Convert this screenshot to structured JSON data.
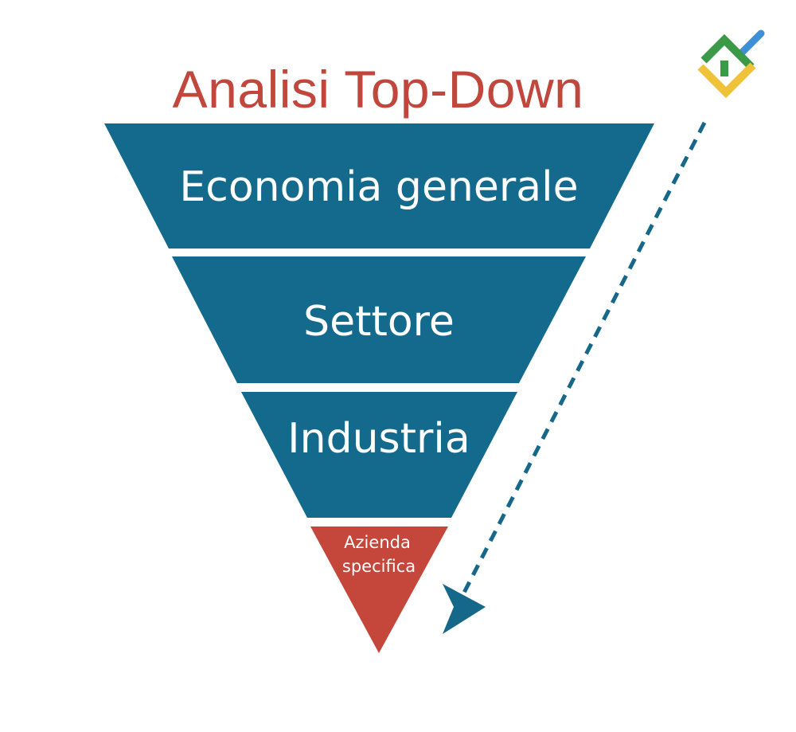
{
  "title": "Analisi Top-Down",
  "levels": [
    {
      "label": "Economia generale"
    },
    {
      "label": "Settore"
    },
    {
      "label": "Industria"
    }
  ],
  "tip": {
    "line1": "Azienda",
    "line2": "specifica"
  },
  "colors": {
    "title": "#c1463b",
    "funnel": "#136a8c",
    "tip": "#c5473c",
    "arrow": "#16688a",
    "logo_green": "#3a9a47",
    "logo_yellow": "#f0c23a",
    "logo_blue": "#3e8fd8"
  },
  "logo": {
    "name": "brand-logo-icon"
  }
}
